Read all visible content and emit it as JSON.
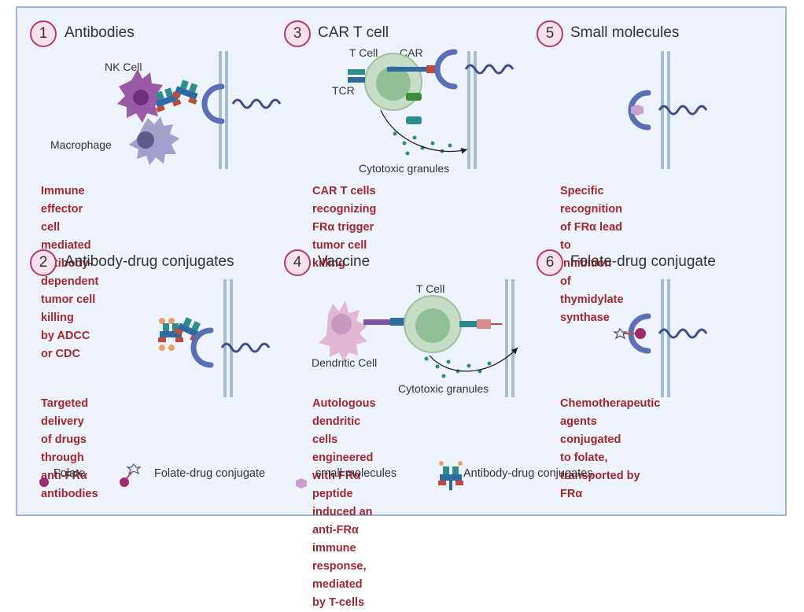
{
  "panels": [
    {
      "num": "1",
      "title": "Antibodies",
      "desc": [
        "Immune effector cell mediated",
        "antibody-dependent tumor cell killing",
        "by ADCC or CDC"
      ],
      "labels": {
        "nk": "NK Cell",
        "macrophage": "Macrophage"
      }
    },
    {
      "num": "2",
      "title": "Antibody-drug conjugates",
      "desc": [
        "Targeted delivery of drugs through",
        "anti-FRα antibodies"
      ]
    },
    {
      "num": "3",
      "title": "CAR T cell",
      "desc": [
        "CAR T cells recognizing  FRα trigger",
        "tumor cell killing"
      ],
      "labels": {
        "tcell": "T Cell",
        "car": "CAR",
        "tcr": "TCR",
        "granules": "Cytotoxic granules"
      }
    },
    {
      "num": "4",
      "title": "Vaccine",
      "desc": [
        "Autologous dendritic cells engineered",
        "with FRα peptide induced an anti-FRα",
        "immune response, mediated by T-cells"
      ],
      "labels": {
        "tcell": "T Cell",
        "dendritic": "Dendritic Cell",
        "granules": "Cytotoxic granules"
      }
    },
    {
      "num": "5",
      "title": "Small molecules",
      "desc": [
        "Specific recognition of FRα lead to",
        "inhibition of thymidylate synthase"
      ]
    },
    {
      "num": "6",
      "title": "Folate-drug conjugate",
      "desc": [
        "Chemotherapeutic agents conjugated",
        "to folate, transported by FRα"
      ]
    }
  ],
  "legend": {
    "folate": "Folate",
    "fdc": "Folate-drug conjugate",
    "small": "small molecules",
    "adc": "Antibody-drug conjugates"
  },
  "colors": {
    "receptor": "#5b6fb5",
    "membrane": "#a7bccd",
    "folate": "#9b2d6f",
    "number_border": "#b23a6a",
    "description": "#a0282e",
    "panel_bg": "#eef3fb"
  },
  "icons": [
    "nk-cell-icon",
    "macrophage-icon",
    "antibody-icon",
    "fr-alpha-receptor-icon",
    "t-cell-icon",
    "dendritic-cell-icon",
    "folate-icon",
    "small-molecule-icon",
    "drug-conjugate-icon"
  ]
}
